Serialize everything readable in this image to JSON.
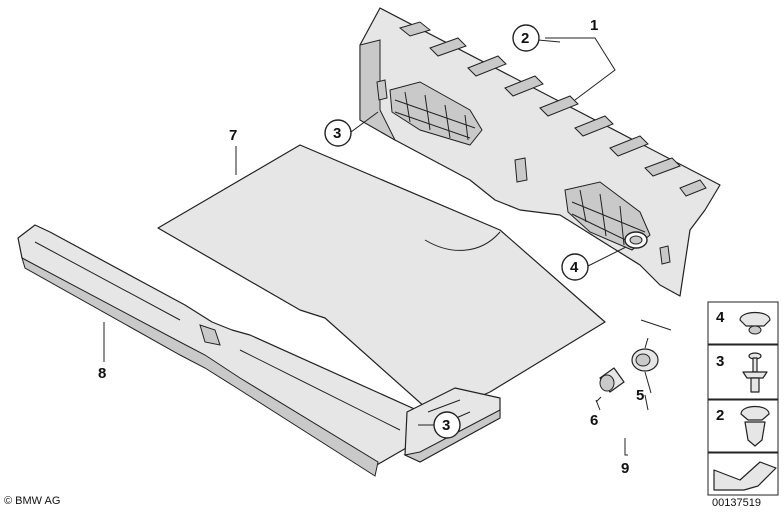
{
  "callouts": {
    "c1": "1",
    "c2": "2",
    "c3a": "3",
    "c3b": "3",
    "c4": "4",
    "c5": "5",
    "c6": "6",
    "c7": "7",
    "c8": "8",
    "c9": "9"
  },
  "legend": {
    "l4": "4",
    "l3": "3",
    "l2": "2"
  },
  "footer": {
    "copyright": "© BMW AG",
    "diagram_number": "00137519"
  }
}
